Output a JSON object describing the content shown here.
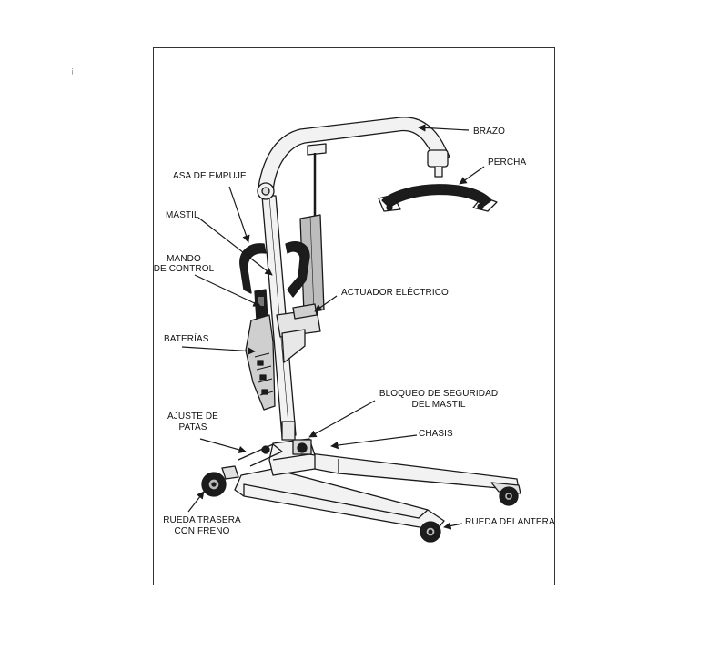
{
  "stray_mark": "¡",
  "labels": {
    "brazo": "BRAZO",
    "percha": "PERCHA",
    "asa_de_empuje": "ASA DE EMPUJE",
    "mastil": "MASTIL",
    "mando_line1": "MANDO",
    "mando_line2": "DE CONTROL",
    "actuador": "ACTUADOR ELÉCTRICO",
    "baterias": "BATERÍAS",
    "bloqueo_line1": "BLOQUEO DE SEGURIDAD",
    "bloqueo_line2": "DEL MASTIL",
    "chasis": "CHASIS",
    "ajuste_line1": "AJUSTE DE",
    "ajuste_line2": "PATAS",
    "rueda_trasera_line1": "RUEDA TRASERA",
    "rueda_trasera_line2": "CON FRENO",
    "rueda_delantera": "RUEDA DELANTERA"
  },
  "colors": {
    "line": "#1a1a1a",
    "metal": "#f2f2f2",
    "dark_part": "#1c1c1c",
    "actuator": "#bdbdbd"
  }
}
